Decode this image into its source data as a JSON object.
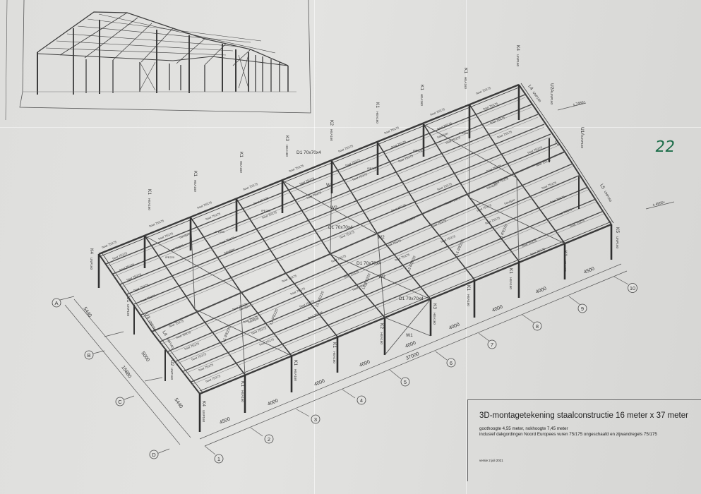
{
  "drawing": {
    "title": "3D-montagetekening staalconstructie 16 meter x 37 meter",
    "subtitle_line1": "goothoogte 4,55 meter, nokhoogte 7,45 meter",
    "subtitle_line2": "inclusief dakgordingen Noord Europees vuren 75/175 ongeschaafd en zijwandregels 75/175",
    "version": "versie 2 juli 2021",
    "handwritten_page_number": "22",
    "colors": {
      "paper": "#dededc",
      "lines": "#3a3a3a",
      "handwriting": "#1e6e4a"
    }
  },
  "elevation_marks": {
    "ridge": "± 7450+",
    "eaves": "± 4550+"
  },
  "grid_axes": {
    "lettered": [
      "A",
      "B",
      "C",
      "D"
    ],
    "numbered": [
      "1",
      "2",
      "3",
      "4",
      "5",
      "6",
      "7",
      "8",
      "9",
      "10"
    ]
  },
  "dimensions": {
    "width_segments": [
      "5440",
      "5000",
      "5440"
    ],
    "width_total": "15880",
    "length_segments": [
      "4500",
      "4000",
      "4000",
      "4000",
      "4000",
      "4000",
      "4000",
      "4000",
      "4500"
    ],
    "length_total": "37000"
  },
  "columns": {
    "front_row": [
      {
        "id": "K4",
        "profile": "UNP160"
      },
      {
        "id": "K1",
        "profile": "HEA160"
      },
      {
        "id": "K1",
        "profile": "HEA160"
      },
      {
        "id": "K1",
        "profile": "HEA160"
      },
      {
        "id": "K2",
        "profile": "HEA160"
      },
      {
        "id": "K3",
        "profile": "HEA160"
      },
      {
        "id": "K1",
        "profile": "HEA160"
      },
      {
        "id": "K1",
        "profile": "HEA160"
      },
      {
        "id": "K1",
        "profile": "HEA160"
      },
      {
        "id": "K5",
        "profile": "UNP160"
      }
    ],
    "back_row": [
      {
        "id": "K4",
        "profile": "UNP160"
      },
      {
        "id": "K1",
        "profile": "HEA160"
      },
      {
        "id": "K1",
        "profile": "HEA160"
      },
      {
        "id": "K1",
        "profile": "HEA160"
      },
      {
        "id": "K3",
        "profile": "HEA160"
      },
      {
        "id": "K2",
        "profile": "HEA160"
      },
      {
        "id": "K1",
        "profile": "HEA160"
      },
      {
        "id": "K1",
        "profile": "HEA160"
      },
      {
        "id": "K1",
        "profile": "HEA160"
      },
      {
        "id": "K4",
        "profile": "UNP160"
      }
    ]
  },
  "gable_members": {
    "left": [
      {
        "id": "U1",
        "profile": "UNP160"
      },
      {
        "id": "U2",
        "profile": "UNP160"
      },
      {
        "id": "U3",
        "profile": "UNP160"
      },
      {
        "id": "L4",
        "profile": "UNP160"
      }
    ],
    "right": [
      {
        "id": "U1A",
        "profile": "UNP160"
      },
      {
        "id": "U2A",
        "profile": "UNP160"
      },
      {
        "id": "U3",
        "profile": ""
      },
      {
        "id": "L4",
        "profile": "UNP160"
      },
      {
        "id": "L5",
        "profile": "UNP160"
      }
    ]
  },
  "bracing": {
    "roof": [
      "D1 70x70x4",
      "W1",
      "W2"
    ],
    "wall": [
      "W1"
    ],
    "purlin_label": "hout 75/175",
    "rafter_label": "L1 IPE220",
    "rafter_label_2": "L2 IPE220",
    "rafter_label_3": "L3 IPE220",
    "strap_label": "bandijzer",
    "splice_label": "IPE220"
  }
}
